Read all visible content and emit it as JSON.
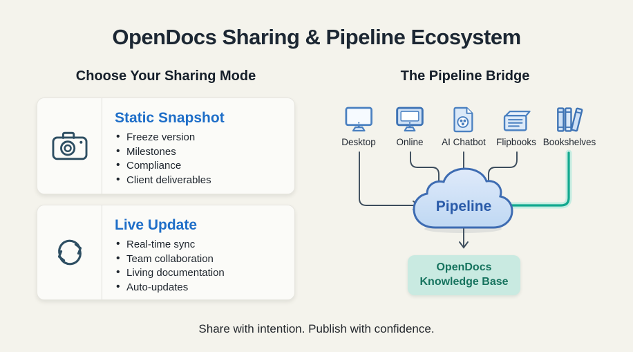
{
  "title": "OpenDocs Sharing & Pipeline Ecosystem",
  "tagline": "Share with intention. Publish with confidence.",
  "left_section": {
    "heading": "Choose Your Sharing Mode",
    "cards": [
      {
        "icon": "camera-icon",
        "title": "Static Snapshot",
        "bullets": [
          "Freeze version",
          "Milestones",
          "Compliance",
          "Client deliverables"
        ]
      },
      {
        "icon": "sync-icon",
        "title": "Live Update",
        "bullets": [
          "Real-time sync",
          "Team collaboration",
          "Living documentation",
          "Auto-updates"
        ]
      }
    ]
  },
  "right_section": {
    "heading": "The Pipeline Bridge",
    "sources": [
      {
        "icon": "desktop-icon",
        "label": "Desktop"
      },
      {
        "icon": "online-icon",
        "label": "Online"
      },
      {
        "icon": "ai-chatbot-icon",
        "label": "AI Chatbot"
      },
      {
        "icon": "flipbooks-icon",
        "label": "Flipbooks"
      },
      {
        "icon": "bookshelves-icon",
        "label": "Bookshelves"
      }
    ],
    "pipeline_label": "Pipeline",
    "knowledge_base": {
      "line1": "OpenDocs",
      "line2": "Knowledge Base"
    }
  },
  "colors": {
    "background": "#f4f3ec",
    "card_title_blue": "#1e6ec8",
    "icon_stroke_blue": "#4a80c0",
    "icon_fill_blue": "#cfe1f6",
    "dark_icon_stroke": "#2e4f63",
    "connector_dark": "#3c4c5c",
    "connector_green": "#12a88e",
    "cloud_fill": "#cfe2f7",
    "cloud_stroke": "#3e6cb2",
    "pipeline_text": "#2a5ba9",
    "kb_fill": "#c9eae1",
    "kb_text": "#16735e"
  }
}
